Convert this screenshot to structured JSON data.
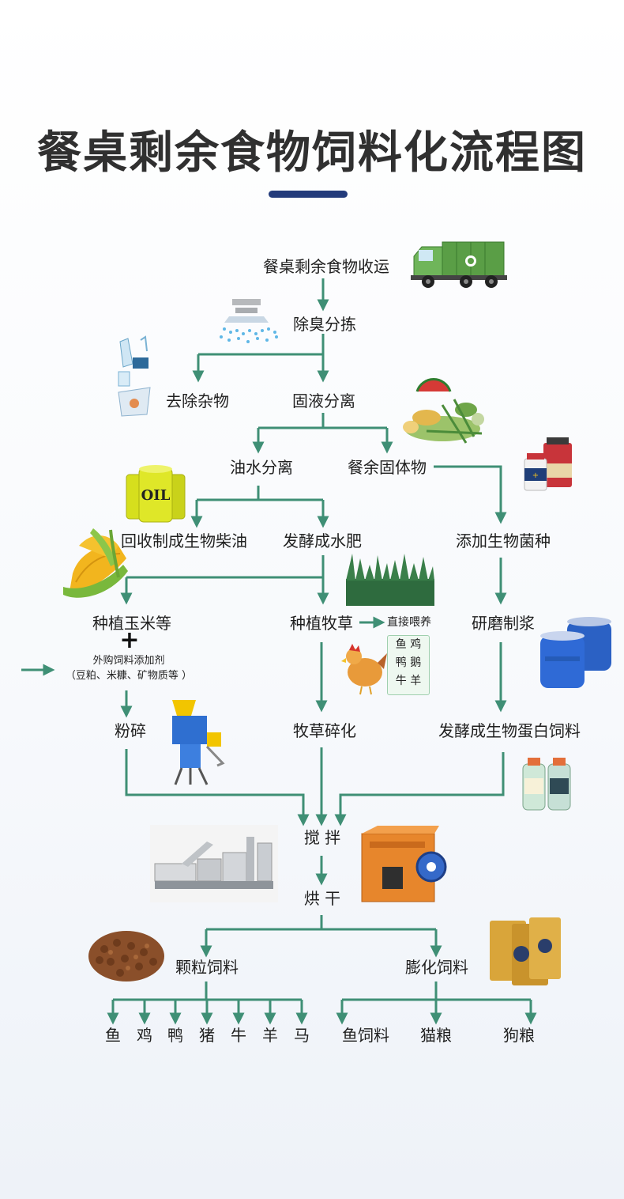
{
  "title": "餐桌剩余食物饲料化流程图",
  "steps": {
    "collect": "餐桌剩余食物收运",
    "deodorize": "除臭分拣",
    "remove_impurities": "去除杂物",
    "solid_liquid": "固液分离",
    "oil_water": "油水分离",
    "food_solids": "餐余固体物",
    "biodiesel": "回收制成生物柴油",
    "ferment_fertilizer": "发酵成水肥",
    "add_bacteria": "添加生物菌种",
    "plant_corn": "种植玉米等",
    "plant_grass": "种植牧草",
    "direct_feed": "直接喂养",
    "grind_pulp": "研磨制浆",
    "additives_1": "外购饲料添加剂",
    "additives_2": "（豆粕、米糠、矿物质等 ）",
    "crush": "粉碎",
    "grass_chop": "牧草碎化",
    "protein_feed": "发酵成生物蛋白饲料",
    "mix": "搅 拌",
    "dry": "烘 干",
    "pellet_feed": "颗粒饲料",
    "puffed_feed": "膨化饲料"
  },
  "feed_animals": [
    [
      "鱼",
      "鸡"
    ],
    [
      "鸭",
      "鹅"
    ],
    [
      "牛",
      "羊"
    ]
  ],
  "pellet_outputs": [
    "鱼",
    "鸡",
    "鸭",
    "猪",
    "牛",
    "羊",
    "马"
  ],
  "puffed_outputs": [
    "鱼饲料",
    "猫粮",
    "狗粮"
  ],
  "plus_sign": "+",
  "illustrations": [
    "garbage-truck",
    "deodorizer",
    "debris",
    "vegetable-scraps",
    "medicine-bottles",
    "oil-barrels",
    "corn",
    "grass",
    "blue-barrels",
    "hen",
    "grinder-machine",
    "bacteria-bottles",
    "production-line",
    "dryer-machine",
    "feed-pellets",
    "pet-food-bags"
  ],
  "colors": {
    "arrow": "#3f8f75",
    "title": "#303030",
    "accent_bar": "#233b7b"
  }
}
